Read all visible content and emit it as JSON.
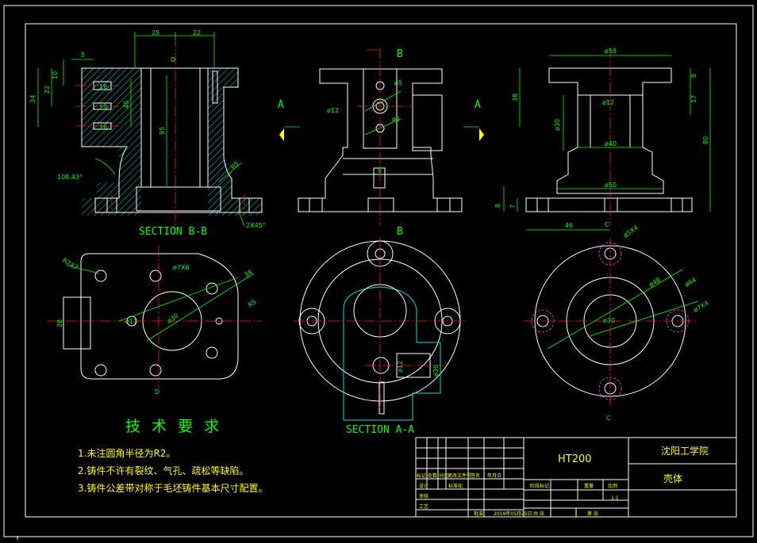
{
  "views": {
    "section_bb": "SECTION B-B",
    "section_aa": "SECTION A-A",
    "arrow_a": "A",
    "arrow_b": "B",
    "arrow_c": "C",
    "arrow_d": "D"
  },
  "dimensions": {
    "bb_top_25": "25",
    "bb_top_22": "22",
    "bb_5": "5",
    "bb_10": "10",
    "bb_22": "22",
    "bb_34": "34",
    "bb_16a": "16",
    "bb_19": "19",
    "bb_16b": "16",
    "bb_40": "40",
    "bb_95": "95",
    "bb_angle": "108.43°",
    "bb_r5": "R5",
    "bb_chamfer": "2X45°",
    "front_d5": "ø5",
    "front_d12": "ø12",
    "front_6": "6",
    "front_d5b": "ø5",
    "side_d58": "ø58",
    "side_8": "8",
    "side_38": "38",
    "side_17": "17",
    "side_80": "80",
    "side_d12": "ø12",
    "side_d30": "ø30",
    "side_d40": "ø40",
    "side_d50": "ø50",
    "side_8b": "8",
    "side_7": "7",
    "side_46": "46",
    "d_r2x7": "R2X7",
    "d_d16": "ø7X6",
    "d_34": "34",
    "d_r5": "R5",
    "d_28": "28",
    "d_d11": "ø11",
    "d_d30": "ø30",
    "aa_d12": "ø12",
    "aa_d30": "ø30",
    "c_d8": "ø5X4",
    "c_d48": "ø48",
    "c_d64": "ø64",
    "c_d30": "ø30",
    "c_d74": "ø7X4"
  },
  "notes": {
    "heading": "技 术 要 求",
    "items": [
      "1.未注圆角半径为R2。",
      "2.铸件不许有裂纹、气孔、疏松等缺陷。",
      "3.铸件公差带对称于毛坯铸件基本尺寸配置。"
    ]
  },
  "title_block": {
    "material": "HT200",
    "school": "沈阳工学院",
    "part_name": "壳体",
    "scale": "1:1",
    "cells": {
      "mark": "标记",
      "count": "处数",
      "zone": "分区",
      "change_doc": "更改文件号",
      "sign": "签名",
      "date": "年月日",
      "design": "设计",
      "standard": "标准化",
      "stage_mark": "阶段标记",
      "weight": "重量",
      "scale_lbl": "比例",
      "review": "审核",
      "craft": "工艺",
      "approve": "批准",
      "sheets_total": "共 张",
      "sheet_no": "第 张",
      "date_val": "2019年05月25日"
    }
  },
  "colors": {
    "background": "#000000",
    "outline": "#ffffff",
    "dimension": "#00ff00",
    "centerline": "#ff2020",
    "hatch": "#00e0e0",
    "text": "#ffff00",
    "hidden": "#ff40ff"
  }
}
